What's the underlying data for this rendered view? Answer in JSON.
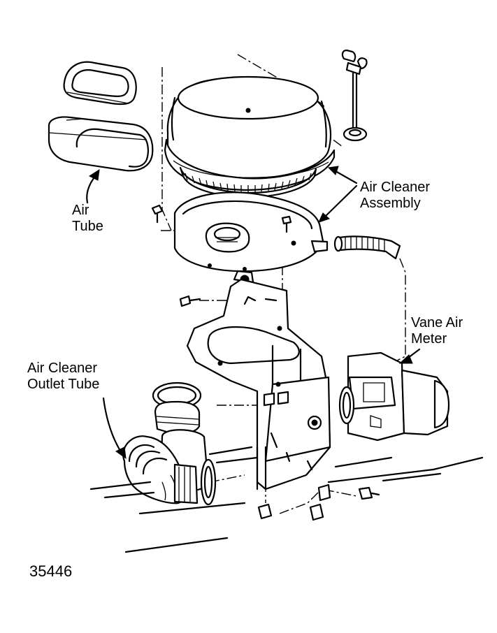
{
  "labels": {
    "air_tube": [
      "Air",
      "Tube"
    ],
    "air_cleaner_assembly": [
      "Air Cleaner",
      "Assembly"
    ],
    "vane_air_meter": [
      "Vane Air",
      "Meter"
    ],
    "air_cleaner_outlet_tube": [
      "Air Cleaner",
      "Outlet Tube"
    ]
  },
  "figure_number": "35446"
}
